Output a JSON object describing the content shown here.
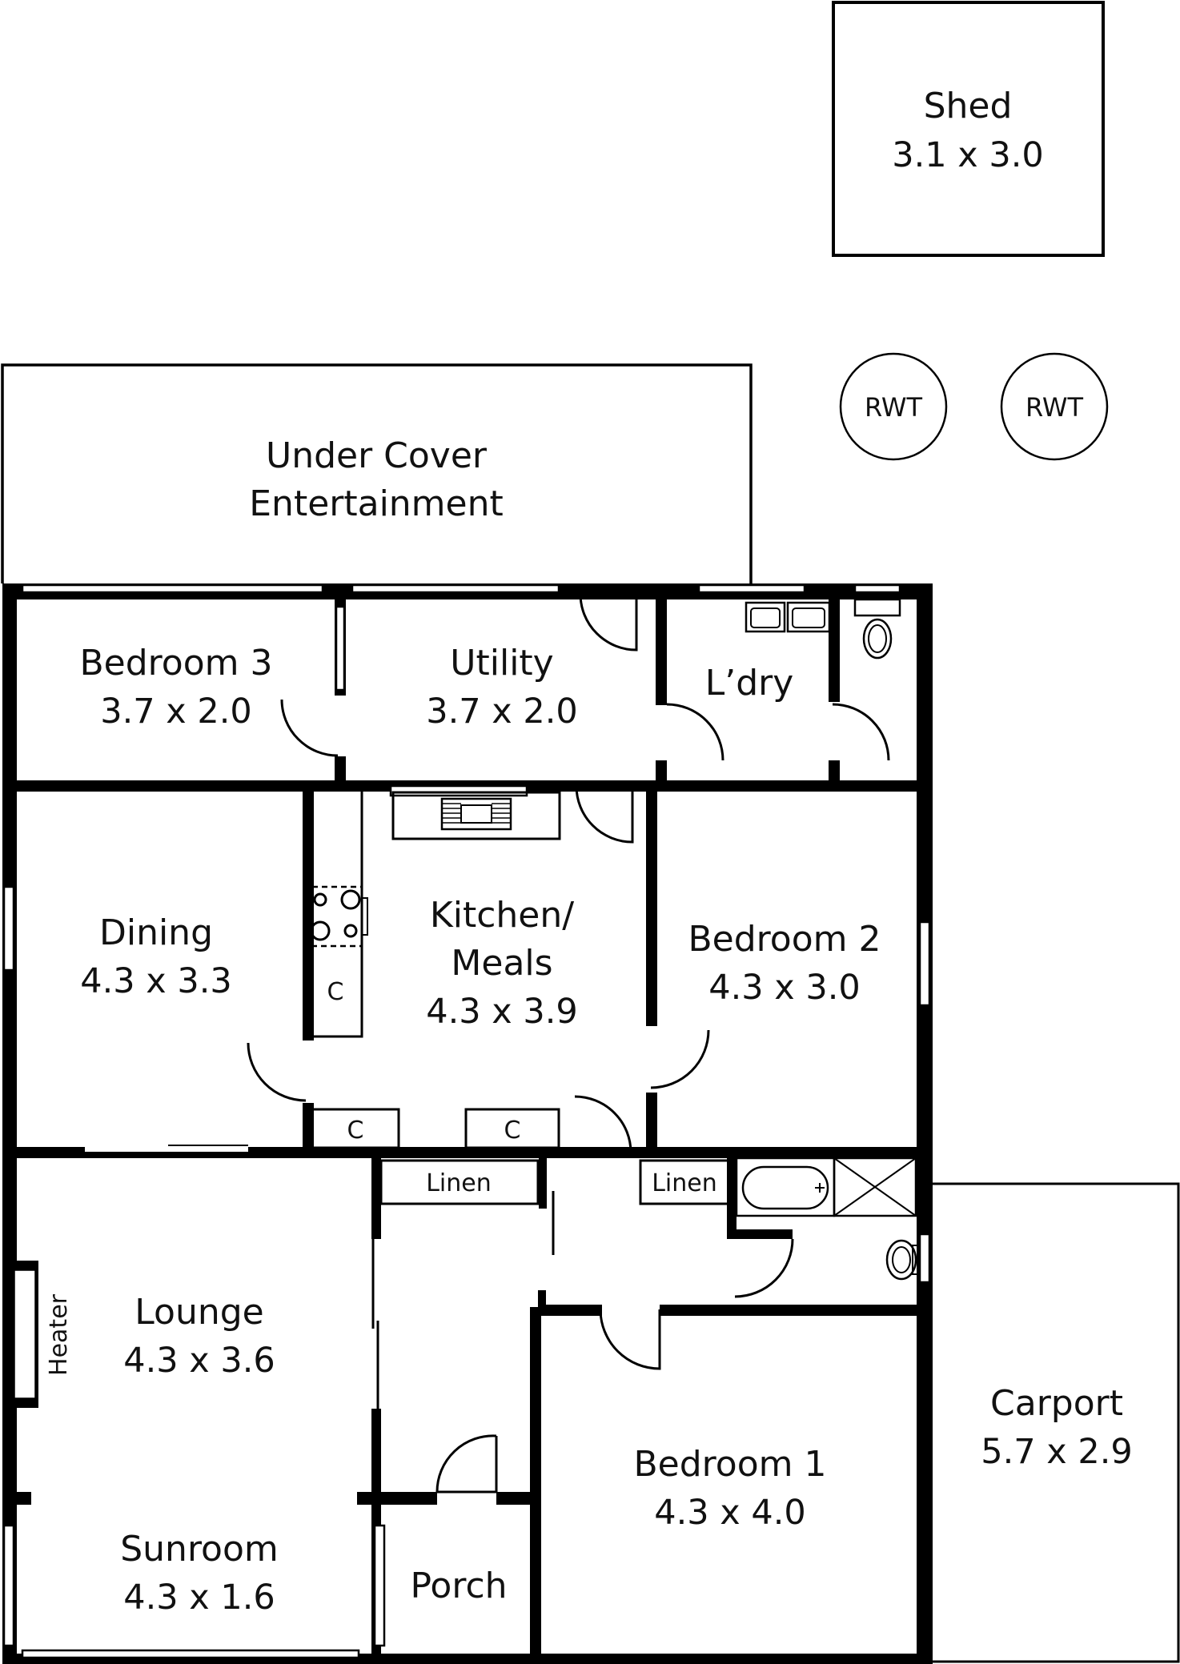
{
  "rooms": {
    "shed": {
      "name": "Shed",
      "dims": "3.1 x 3.0"
    },
    "undercover": {
      "line1": "Under Cover",
      "line2": "Entertainment"
    },
    "bedroom3": {
      "name": "Bedroom 3",
      "dims": "3.7 x 2.0"
    },
    "utility": {
      "name": "Utility",
      "dims": "3.7 x 2.0"
    },
    "laundry": {
      "name": "L’dry"
    },
    "dining": {
      "name": "Dining",
      "dims": "4.3 x 3.3"
    },
    "kitchen": {
      "line1": "Kitchen/",
      "line2": "Meals",
      "dims": "4.3 x 3.9"
    },
    "bedroom2": {
      "name": "Bedroom 2",
      "dims": "4.3 x 3.0"
    },
    "lounge": {
      "name": "Lounge",
      "dims": "4.3 x 3.6"
    },
    "sunroom": {
      "name": "Sunroom",
      "dims": "4.3 x 1.6"
    },
    "porch": {
      "name": "Porch"
    },
    "bedroom1": {
      "name": "Bedroom 1",
      "dims": "4.3 x 4.0"
    },
    "carport": {
      "name": "Carport",
      "dims": "5.7 x 2.9"
    }
  },
  "fixtures": {
    "rwt1": "RWT",
    "rwt2": "RWT",
    "linen1": "Linen",
    "linen2": "Linen",
    "heater": "Heater",
    "cupboard1": "C",
    "cupboard2": "C",
    "cupboard3": "C"
  }
}
